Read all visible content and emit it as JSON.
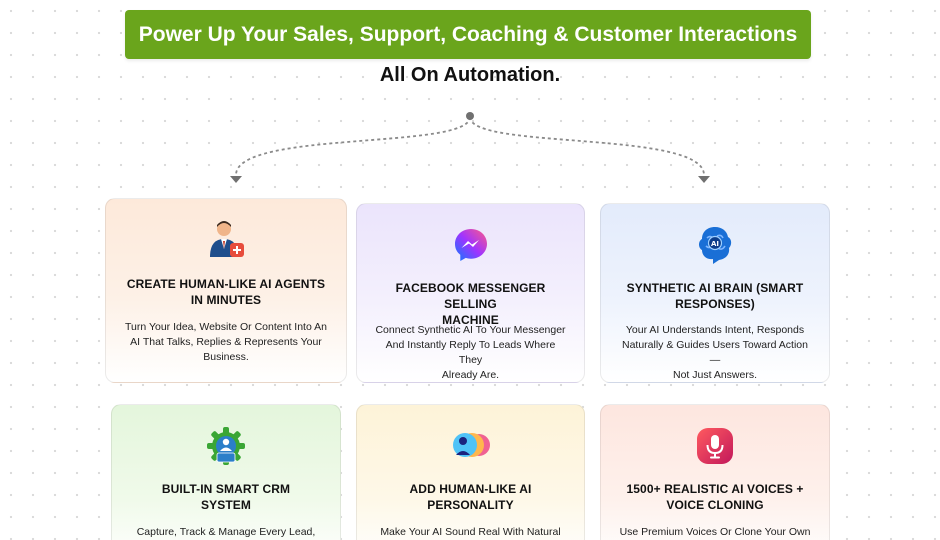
{
  "header": {
    "banner": "Power Up Your Sales, Support, Coaching & Customer Interactions",
    "subtitle": "All On Automation."
  },
  "colors": {
    "banner_bg": "#6aa51c",
    "connector": "#7a7a7a"
  },
  "features": [
    {
      "icon": "businessman-agent-icon",
      "title_line1": "CREATE HUMAN-LIKE AI AGENTS",
      "title_line2": "IN MINUTES",
      "desc_line1": "Turn Your Idea, Website Or Content Into An",
      "desc_line2": "AI That Talks, Replies & Represents Your",
      "desc_line3": "Business."
    },
    {
      "icon": "messenger-icon",
      "title_line1": "FACEBOOK MESSENGER SELLING",
      "title_line2": "MACHINE",
      "desc_line1": "Connect Synthetic AI To Your Messenger",
      "desc_line2": "And Instantly Reply To Leads Where They",
      "desc_line3": "Already Are."
    },
    {
      "icon": "ai-brain-icon",
      "title_line1": "SYNTHETIC AI BRAIN (SMART",
      "title_line2": "RESPONSES)",
      "desc_line1": "Your AI Understands Intent, Responds",
      "desc_line2": "Naturally & Guides Users Toward Action —",
      "desc_line3": "Not Just Answers."
    },
    {
      "icon": "crm-gear-icon",
      "title_line1": "BUILT-IN SMART CRM",
      "title_line2": "SYSTEM",
      "desc_line1": "Capture, Track & Manage Every Lead,",
      "desc_line2": "",
      "desc_line3": ""
    },
    {
      "icon": "ai-personality-icon",
      "title_line1": "ADD HUMAN-LIKE AI",
      "title_line2": "PERSONALITY",
      "desc_line1": "Make Your AI Sound Real With Natural",
      "desc_line2": "",
      "desc_line3": ""
    },
    {
      "icon": "microphone-icon",
      "title_line1": "1500+ REALISTIC AI VOICES +",
      "title_line2": "VOICE CLONING",
      "desc_line1": "Use Premium Voices Or Clone Your Own —",
      "desc_line2": "",
      "desc_line3": ""
    }
  ]
}
